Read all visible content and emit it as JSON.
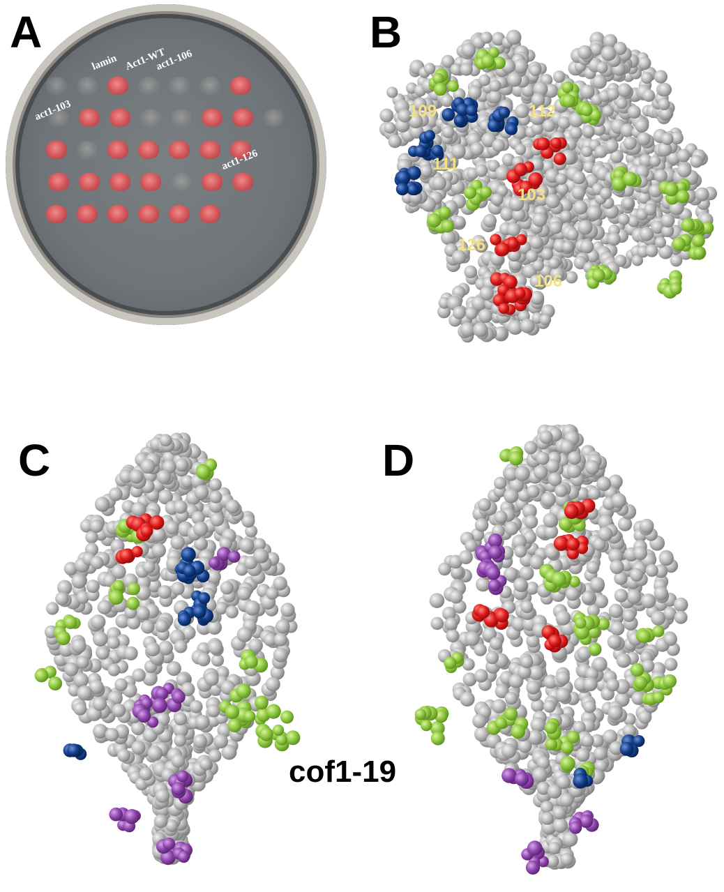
{
  "panels": {
    "a": "A",
    "b": "B",
    "c": "C",
    "d": "D"
  },
  "plate": {
    "labels": {
      "lamin": "lamin",
      "wt": "Act1-WT",
      "m106": "act1-106",
      "m103": "act1-103",
      "m126": "act1-126"
    }
  },
  "structure_b": {
    "residue_labels": [
      "109",
      "112",
      "111",
      "103",
      "126",
      "106"
    ]
  },
  "caption": "cof1-19",
  "colors": {
    "grey_atom": "#b8b8b8",
    "green": "#8cc63f",
    "blue": "#123f8c",
    "red": "#e01b1b",
    "purple": "#8e44ad",
    "label_yellow": "#f3e08a"
  }
}
